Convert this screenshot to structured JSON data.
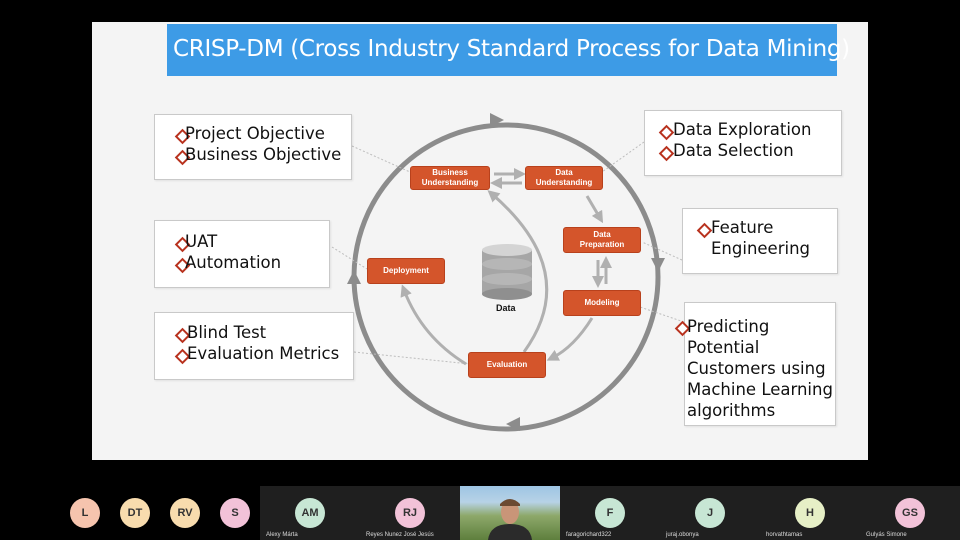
{
  "slide": {
    "title": "CRISP-DM (Cross Industry Standard Process for Data Mining)",
    "callouts": {
      "top_left": [
        "Project Objective",
        "Business Objective"
      ],
      "mid_left": [
        "UAT",
        "Automation"
      ],
      "bottom_left": [
        "Blind Test",
        "Evaluation Metrics"
      ],
      "top_right": [
        "Data Exploration",
        "Data Selection"
      ],
      "mid_right": [
        "Feature",
        "Engineering"
      ],
      "bottom_right": [
        "Predicting",
        "Potential",
        "Customers using",
        "Machine Learning",
        "algorithms"
      ]
    },
    "steps": {
      "business": [
        "Business",
        "Understanding"
      ],
      "data_und": [
        "Data",
        "Understanding"
      ],
      "data_prep": [
        "Data",
        "Preparation"
      ],
      "modeling": "Modeling",
      "evaluation": "Evaluation",
      "deployment": "Deployment"
    },
    "center_label": "Data",
    "colors": {
      "title_bar": "#3d9be6",
      "step_box": "#d4552b",
      "cycle": "#8c8c8c",
      "bullet": "#b8321e"
    }
  },
  "participants": [
    {
      "initials": "L",
      "name": "",
      "color": "#f6c4ae"
    },
    {
      "initials": "DT",
      "name": "",
      "color": "#f8dcae"
    },
    {
      "initials": "RV",
      "name": "",
      "color": "#f8dcae"
    },
    {
      "initials": "S",
      "name": "",
      "color": "#f2c2d8"
    },
    {
      "initials": "AM",
      "name": "Alexy Márta",
      "color": "#c7e6d4"
    },
    {
      "initials": "RJ",
      "name": "Reyes Nunez José Jesús",
      "color": "#f2c2d8"
    },
    {
      "initials": "",
      "name": "",
      "color": ""
    },
    {
      "initials": "F",
      "name": "faragorichard322",
      "color": "#c7e6d4"
    },
    {
      "initials": "J",
      "name": "juraj.obonya",
      "color": "#c7e6d4"
    },
    {
      "initials": "H",
      "name": "horvathtamas",
      "color": "#e6efc6"
    },
    {
      "initials": "GS",
      "name": "Gulyás Simone",
      "color": "#f2c2d8"
    }
  ]
}
